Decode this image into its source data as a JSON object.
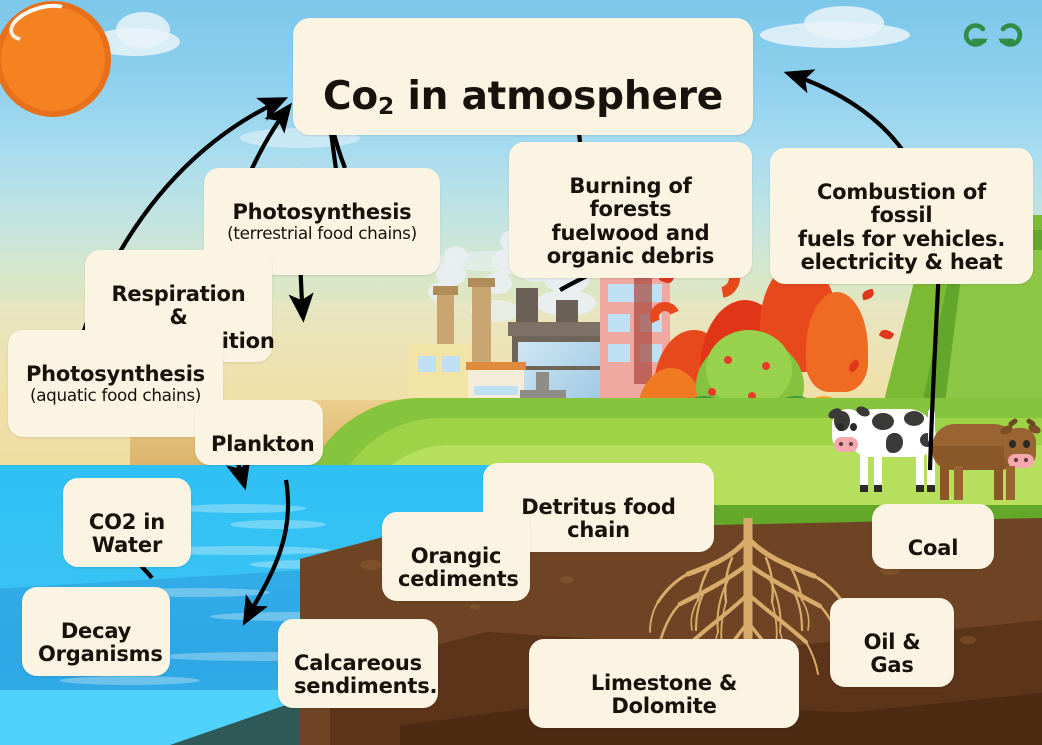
{
  "title": {
    "text_before": "Co",
    "subscript": "2",
    "text_after": " in atmosphere",
    "full": "Co2 in atmosphere"
  },
  "brand": {
    "name": "geeksforgeeks-logo",
    "color": "#2f8d46"
  },
  "theme": {
    "label_bg": "#FBF4E2",
    "label_text": "#17120C",
    "sky_top": "#7CC7EA",
    "sky_bottom": "#F0DCA0",
    "water": "#2FC0F4",
    "grass": "#86C43E",
    "soil": "#6F4425",
    "sun": "#F58220",
    "sun_rays": "#FFD94A",
    "fire": "#E8491C",
    "arrow": "#000000"
  },
  "labels": [
    {
      "id": "photosynthesis-terrestrial",
      "main": "Photosynthesis",
      "sub": "(terrestrial food chains)"
    },
    {
      "id": "respiration-decomposition",
      "main": "Respiration &\nDecomposition",
      "sub": ""
    },
    {
      "id": "photosynthesis-aquatic",
      "main": "Photosynthesis",
      "sub": "(aquatic food chains)"
    },
    {
      "id": "plankton",
      "main": "Plankton",
      "sub": ""
    },
    {
      "id": "burning-of-forests",
      "main": "Burning of forests\nfuelwood and\norganic debris",
      "sub": ""
    },
    {
      "id": "combustion-fossil-fuels",
      "main": "Combustion of fossil\nfuels for vehicles.\nelectricity & heat",
      "sub": ""
    },
    {
      "id": "detritus-food-chain",
      "main": "Detritus food chain",
      "sub": ""
    },
    {
      "id": "coal",
      "main": "Coal",
      "sub": ""
    },
    {
      "id": "co2-in-water",
      "main": "CO2 in\nWater",
      "sub": ""
    },
    {
      "id": "organic-sediments",
      "main": "Orangic\ncediments",
      "sub": ""
    },
    {
      "id": "decay-organisms",
      "main": "Decay\nOrganisms",
      "sub": ""
    },
    {
      "id": "oil-and-gas",
      "main": "Oil & Gas",
      "sub": ""
    },
    {
      "id": "calcareous-sediments",
      "main": "Calcareous\nsendiments.",
      "sub": ""
    },
    {
      "id": "limestone-dolomite",
      "main": "Limestone & Dolomite",
      "sub": ""
    }
  ],
  "scene": {
    "sun": "sun-icon",
    "clouds": "cloud-icon",
    "factory": "factory-icon",
    "smoke": "smoke-icon",
    "forest_fire": "fire-icon",
    "apple_tree": "tree-icon",
    "cows": [
      "holstein-cow",
      "brown-cow"
    ],
    "roots": "tree-roots",
    "ocean": "ocean-water",
    "hillside": "green-hill"
  },
  "flows": [
    {
      "from": "respiration-decomposition",
      "to": "co2-atmosphere"
    },
    {
      "from": "photosynthesis-aquatic",
      "to": "co2-atmosphere"
    },
    {
      "from": "co2-atmosphere",
      "to": "photosynthesis-terrestrial"
    },
    {
      "from": "photosynthesis-terrestrial",
      "to": "co2-atmosphere"
    },
    {
      "from": "co2-atmosphere",
      "to": "plankton"
    },
    {
      "from": "burning-of-forests",
      "to": "co2-atmosphere"
    },
    {
      "from": "combustion-fossil-fuels",
      "to": "co2-atmosphere"
    },
    {
      "from": "plankton",
      "to": "calcareous-sediments"
    },
    {
      "from": "co2-in-water",
      "to": "decay-organisms"
    }
  ]
}
